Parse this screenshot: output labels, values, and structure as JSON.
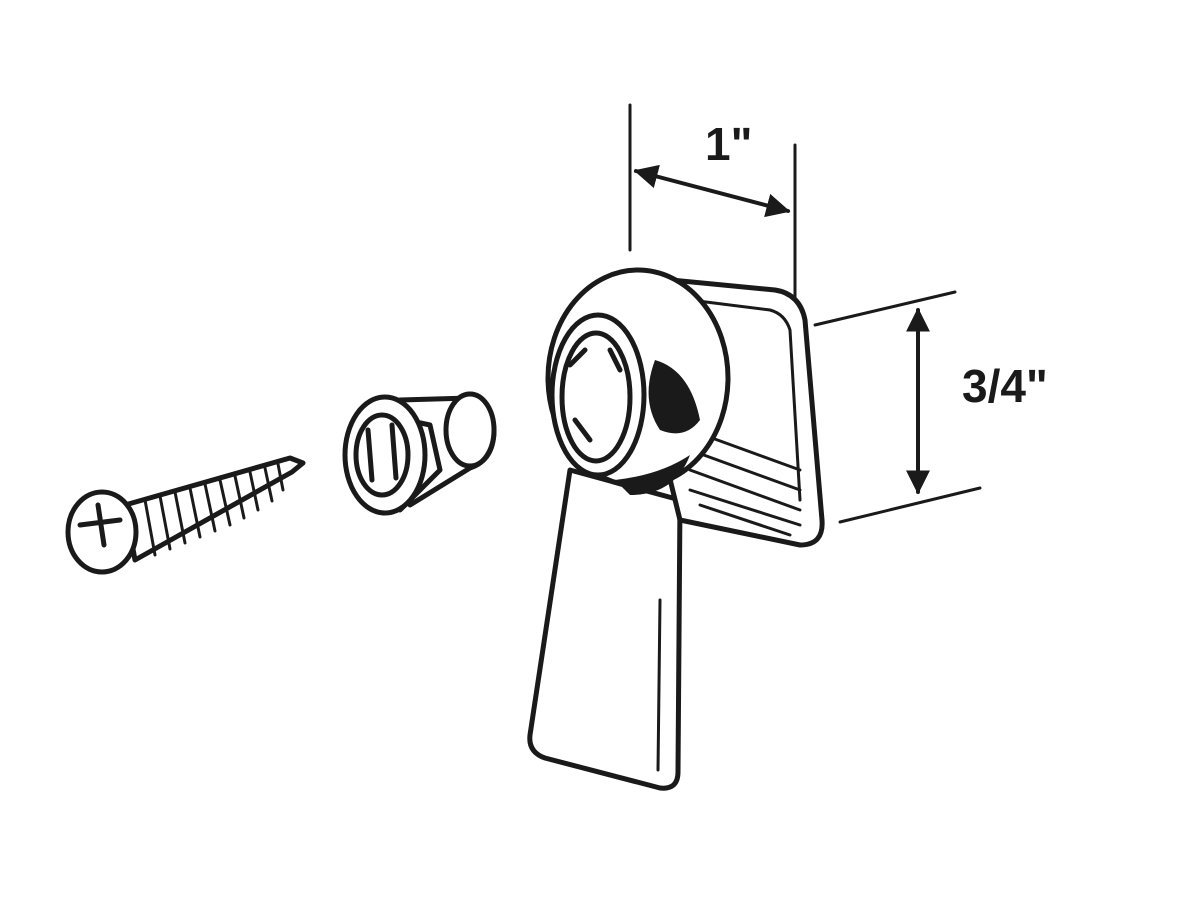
{
  "diagram": {
    "parts": [
      "screw",
      "bushing",
      "lever-handle"
    ],
    "dimensions": {
      "width_label": "1\"",
      "height_label": "3/4\""
    },
    "colors": {
      "line": "#1a1a1a",
      "background": "#ffffff"
    }
  }
}
